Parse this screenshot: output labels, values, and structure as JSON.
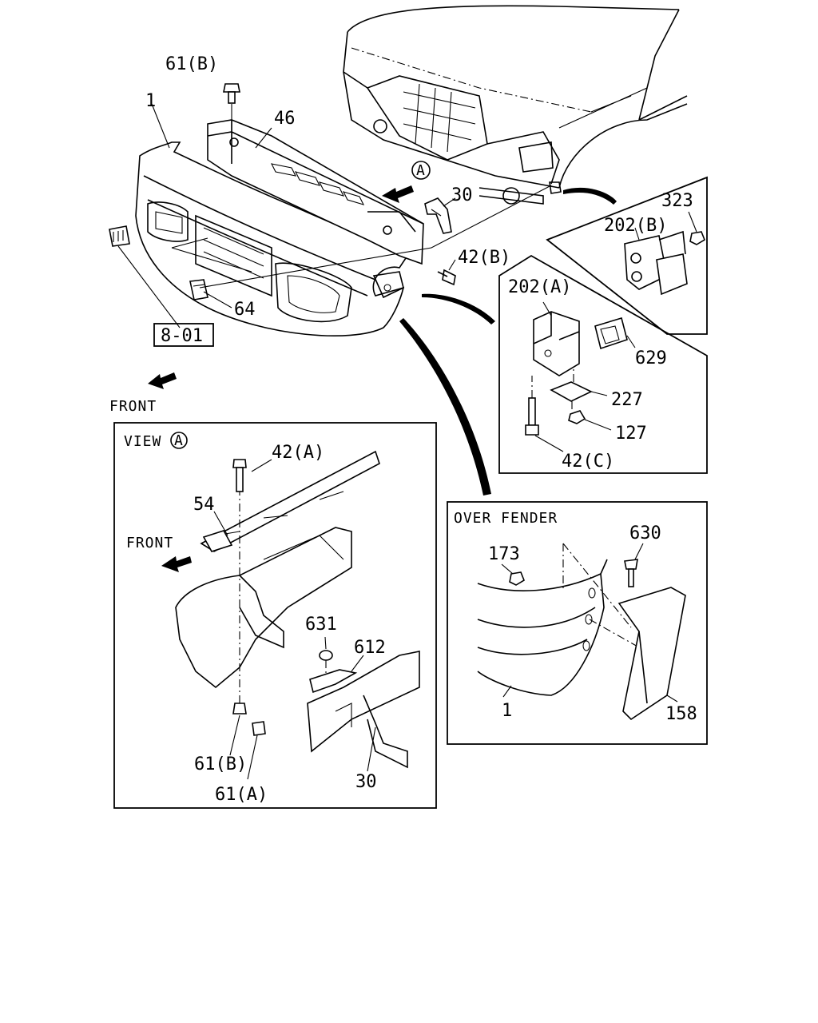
{
  "labels": {
    "p61b_top": "61(B)",
    "p1_top": "1",
    "p46": "46",
    "circle_a": "A",
    "p30_top": "30",
    "p42b": "42(B)",
    "p64": "64",
    "ref_801": "8-01",
    "front_main": "FRONT",
    "p323": "323",
    "p202b": "202(B)",
    "p202a": "202(A)",
    "p629": "629",
    "p227": "227",
    "p127": "127",
    "p42c": "42(C)",
    "view_a": "VIEW",
    "view_a_circle": "A",
    "p42a": "42(A)",
    "p54": "54",
    "front_view": "FRONT",
    "p631": "631",
    "p612": "612",
    "p61b_view": "61(B)",
    "p61a_view": "61(A)",
    "p30_view": "30",
    "over_fender": "OVER FENDER",
    "p630": "630",
    "p173": "173",
    "p1_fender": "1",
    "p158": "158"
  }
}
